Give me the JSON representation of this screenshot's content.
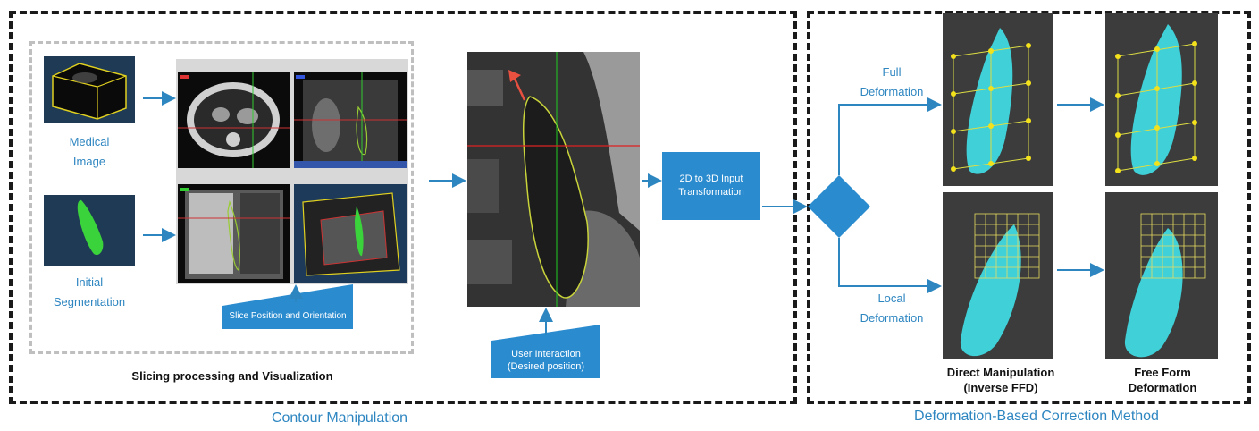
{
  "left_panel": {
    "title": "Contour Manipulation",
    "inner_caption": "Slicing processing and Visualization",
    "medical_image_label": [
      "Medical",
      "Image"
    ],
    "initial_segmentation_label": [
      "Initial",
      "Segmentation"
    ],
    "slice_box": "Slice Position and Orientation",
    "user_box": [
      "User Interaction",
      "(Desired position)"
    ],
    "transform_box": [
      "2D to 3D Input",
      "Transformation"
    ]
  },
  "right_panel": {
    "title": "Deformation-Based Correction Method",
    "full_label": [
      "Full",
      "Deformation"
    ],
    "local_label": [
      "Local",
      "Deformation"
    ],
    "caption_direct": [
      "Direct Manipulation",
      "(Inverse FFD)"
    ],
    "caption_ffd": [
      "Free Form",
      "Deformation"
    ]
  },
  "colors": {
    "accent_blue": "#2a8bcf",
    "label_blue": "#2e86c1",
    "mesh_cyan": "#3fd0d8",
    "control_yellow": "#f3e21b",
    "segmentation_green": "#3bd33b"
  }
}
